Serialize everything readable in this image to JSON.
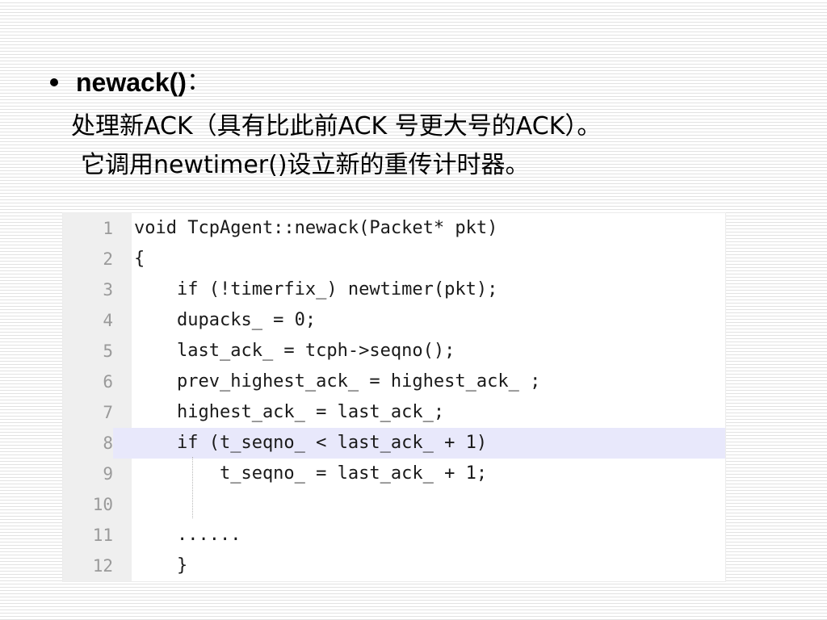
{
  "bullet": {
    "title": "newack()",
    "suffix": "："
  },
  "description": {
    "line1": "处理新ACK（具有比此前ACK 号更大号的ACK）。",
    "line2": "它调用newtimer()设立新的重传计时器。"
  },
  "code": {
    "lines": [
      {
        "number": "1",
        "text": "void TcpAgent::newack(Packet* pkt)"
      },
      {
        "number": "2",
        "text": "{"
      },
      {
        "number": "3",
        "text": "    if (!timerfix_) newtimer(pkt);"
      },
      {
        "number": "4",
        "text": "    dupacks_ = 0;"
      },
      {
        "number": "5",
        "text": "    last_ack_ = tcph->seqno();"
      },
      {
        "number": "6",
        "text": "    prev_highest_ack_ = highest_ack_ ;"
      },
      {
        "number": "7",
        "text": "    highest_ack_ = last_ack_;"
      },
      {
        "number": "8",
        "text": "    if (t_seqno_ < last_ack_ + 1)"
      },
      {
        "number": "9",
        "text": "        t_seqno_ = last_ack_ + 1;"
      },
      {
        "number": "10",
        "text": ""
      },
      {
        "number": "11",
        "text": "    ......"
      },
      {
        "number": "12",
        "text": "    }"
      }
    ],
    "highlighted_line": "8"
  }
}
